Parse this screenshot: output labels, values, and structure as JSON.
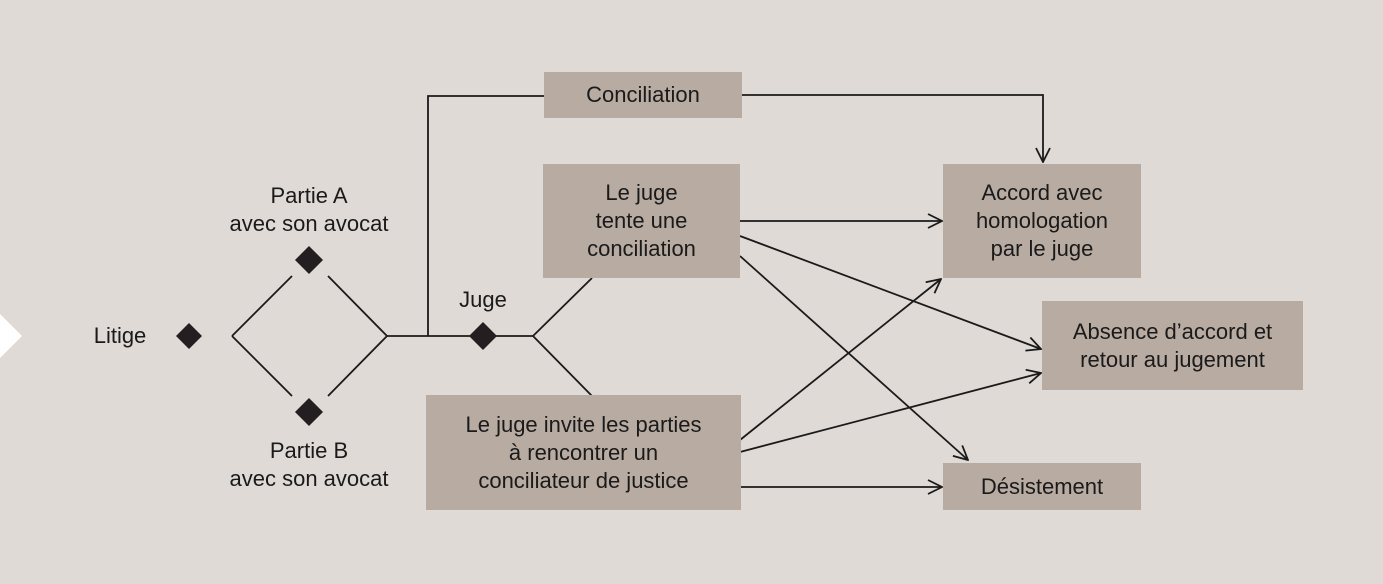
{
  "diagram": {
    "labels": {
      "litige": "Litige",
      "partie_a": "Partie A\navec son avocat",
      "partie_b": "Partie B\navec son avocat",
      "juge": "Juge"
    },
    "nodes": {
      "conciliation": "Conciliation",
      "juge_tente": "Le juge\ntente une\nconciliation",
      "juge_invite": "Le juge invite les parties\nà rencontrer un\nconciliateur de justice",
      "accord": "Accord avec\nhomologation\npar le juge",
      "absence": "Absence d’accord et\nretour au jugement",
      "desistement": "Désistement"
    },
    "colors": {
      "background": "#e0dad6",
      "box": "#b8aba2",
      "line": "#1a1a1a"
    }
  }
}
